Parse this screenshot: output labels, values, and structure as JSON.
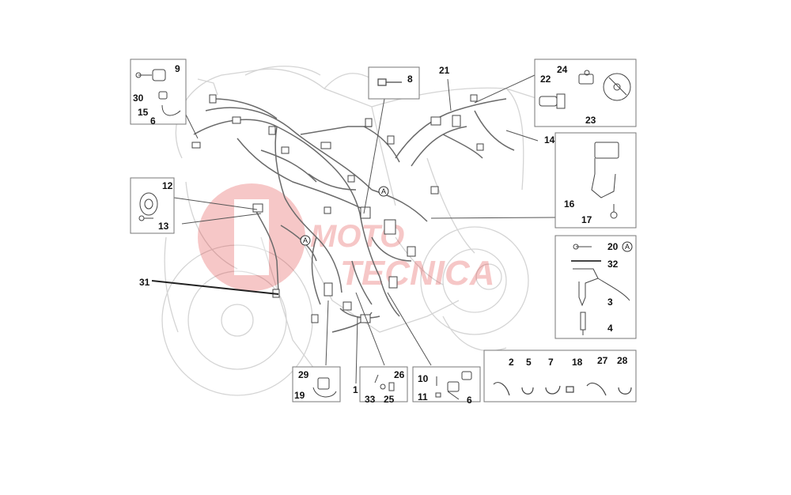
{
  "callouts": [
    {
      "id": "c9",
      "label": "9"
    },
    {
      "id": "c30",
      "label": "30"
    },
    {
      "id": "c15",
      "label": "15"
    },
    {
      "id": "c6a",
      "label": "6"
    },
    {
      "id": "c8",
      "label": "8"
    },
    {
      "id": "c21",
      "label": "21"
    },
    {
      "id": "c24",
      "label": "24"
    },
    {
      "id": "c22",
      "label": "22"
    },
    {
      "id": "c23",
      "label": "23"
    },
    {
      "id": "c14",
      "label": "14"
    },
    {
      "id": "c12",
      "label": "12"
    },
    {
      "id": "c13",
      "label": "13"
    },
    {
      "id": "c16",
      "label": "16"
    },
    {
      "id": "c17",
      "label": "17"
    },
    {
      "id": "c20",
      "label": "20"
    },
    {
      "id": "c32",
      "label": "32"
    },
    {
      "id": "c3",
      "label": "3"
    },
    {
      "id": "c4",
      "label": "4"
    },
    {
      "id": "c31",
      "label": "31"
    },
    {
      "id": "c29",
      "label": "29"
    },
    {
      "id": "c19",
      "label": "19"
    },
    {
      "id": "c1",
      "label": "1"
    },
    {
      "id": "c26",
      "label": "26"
    },
    {
      "id": "c33",
      "label": "33"
    },
    {
      "id": "c25",
      "label": "25"
    },
    {
      "id": "c10",
      "label": "10"
    },
    {
      "id": "c11",
      "label": "11"
    },
    {
      "id": "c6b",
      "label": "6"
    },
    {
      "id": "c2",
      "label": "2"
    },
    {
      "id": "c5",
      "label": "5"
    },
    {
      "id": "c7",
      "label": "7"
    },
    {
      "id": "c18",
      "label": "18"
    },
    {
      "id": "c27",
      "label": "27"
    },
    {
      "id": "c28",
      "label": "28"
    }
  ],
  "reference_marker": "A",
  "watermark": {
    "line1": "MOTO",
    "line2": "TECNICA",
    "color": "#e23a3a"
  },
  "colors": {
    "outline": "#555555",
    "ghost": "#d0d0d0",
    "harness": "#6e6e6e"
  }
}
